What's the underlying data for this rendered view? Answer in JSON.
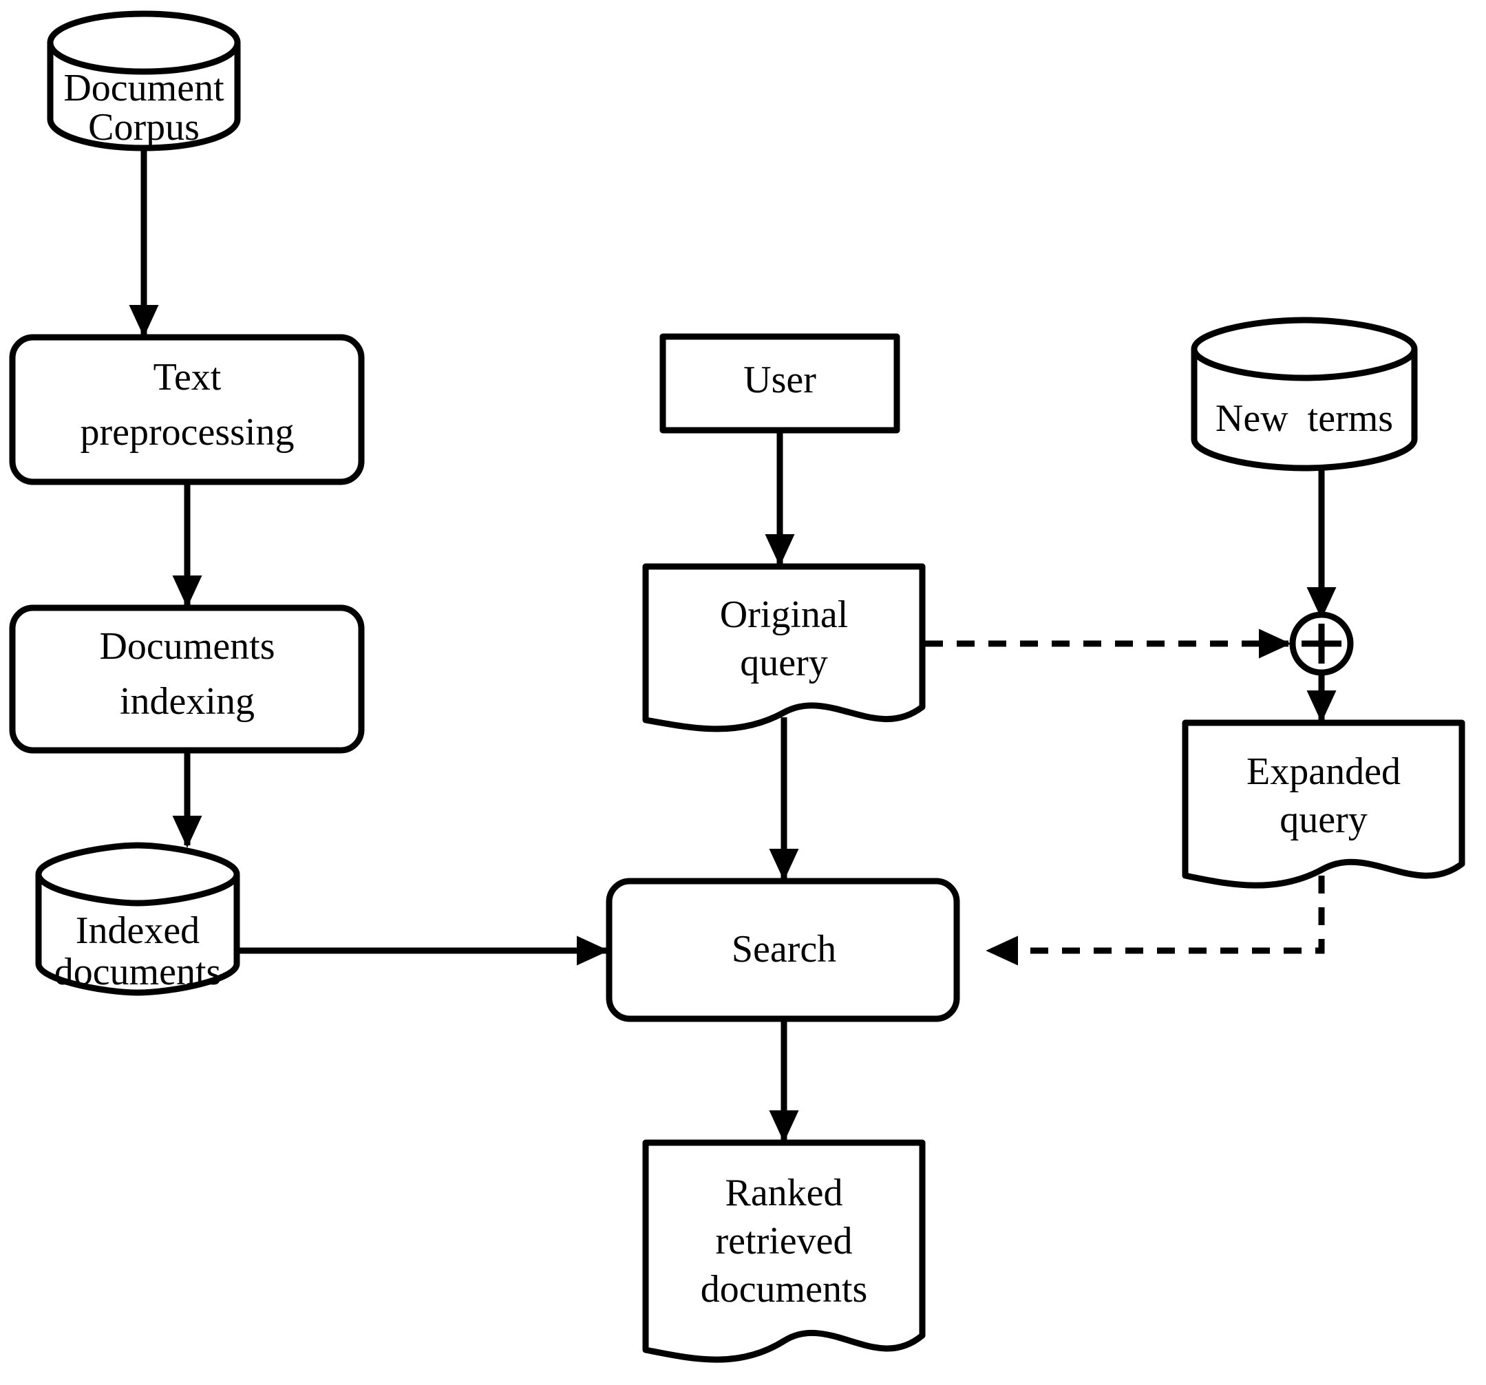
{
  "diagram": {
    "title": "Information retrieval with query expansion pipeline",
    "background_color": "#ffffff",
    "stroke_color": "#000000",
    "nodes": [
      {
        "id": "document-corpus",
        "label_line1": "Document",
        "label_line2": "Corpus",
        "label_line3": "",
        "shape": "cylinder"
      },
      {
        "id": "text-preprocessing",
        "label_line1": "Text",
        "label_line2": "preprocessing",
        "label_line3": "",
        "shape": "rounded-rect"
      },
      {
        "id": "documents-indexing",
        "label_line1": "Documents",
        "label_line2": "indexing",
        "label_line3": "",
        "shape": "rounded-rect"
      },
      {
        "id": "indexed-documents",
        "label_line1": "Indexed",
        "label_line2": "documents",
        "label_line3": "",
        "shape": "cylinder"
      },
      {
        "id": "user",
        "label_line1": "User",
        "label_line2": "",
        "label_line3": "",
        "shape": "rect"
      },
      {
        "id": "original-query",
        "label_line1": "Original",
        "label_line2": "query",
        "label_line3": "",
        "shape": "document"
      },
      {
        "id": "search",
        "label_line1": "Search",
        "label_line2": "",
        "label_line3": "",
        "shape": "rounded-rect"
      },
      {
        "id": "ranked-retrieved-documents",
        "label_line1": "Ranked",
        "label_line2": "retrieved",
        "label_line3": "documents",
        "shape": "document"
      },
      {
        "id": "new-terms",
        "label_line1": "New  terms",
        "label_line2": "",
        "label_line3": "",
        "shape": "cylinder"
      },
      {
        "id": "plus-operator",
        "label_line1": "+",
        "label_line2": "",
        "label_line3": "",
        "shape": "circle-plus"
      },
      {
        "id": "expanded-query",
        "label_line1": "Expanded",
        "label_line2": "query",
        "label_line3": "",
        "shape": "document"
      }
    ],
    "edges": [
      {
        "id": "corpus-to-preprocessing",
        "from": "document-corpus",
        "to": "text-preprocessing",
        "style": "solid",
        "arrow": "end"
      },
      {
        "id": "preprocessing-to-indexing",
        "from": "text-preprocessing",
        "to": "documents-indexing",
        "style": "solid",
        "arrow": "end"
      },
      {
        "id": "indexing-to-indexed",
        "from": "documents-indexing",
        "to": "indexed-documents",
        "style": "solid",
        "arrow": "end"
      },
      {
        "id": "indexed-to-search",
        "from": "indexed-documents",
        "to": "search",
        "style": "solid",
        "arrow": "both"
      },
      {
        "id": "user-to-original-query",
        "from": "user",
        "to": "original-query",
        "style": "solid",
        "arrow": "end"
      },
      {
        "id": "original-query-to-search",
        "from": "original-query",
        "to": "search",
        "style": "solid",
        "arrow": "end"
      },
      {
        "id": "search-to-ranked",
        "from": "search",
        "to": "ranked-retrieved-documents",
        "style": "solid",
        "arrow": "end"
      },
      {
        "id": "new-terms-to-plus",
        "from": "new-terms",
        "to": "plus-operator",
        "style": "solid",
        "arrow": "end"
      },
      {
        "id": "original-query-to-plus",
        "from": "original-query",
        "to": "plus-operator",
        "style": "dashed",
        "arrow": "end"
      },
      {
        "id": "plus-to-expanded-query",
        "from": "plus-operator",
        "to": "expanded-query",
        "style": "solid",
        "arrow": "end"
      },
      {
        "id": "expanded-query-to-search",
        "from": "expanded-query",
        "to": "search",
        "style": "dashed",
        "arrow": "end"
      }
    ]
  }
}
